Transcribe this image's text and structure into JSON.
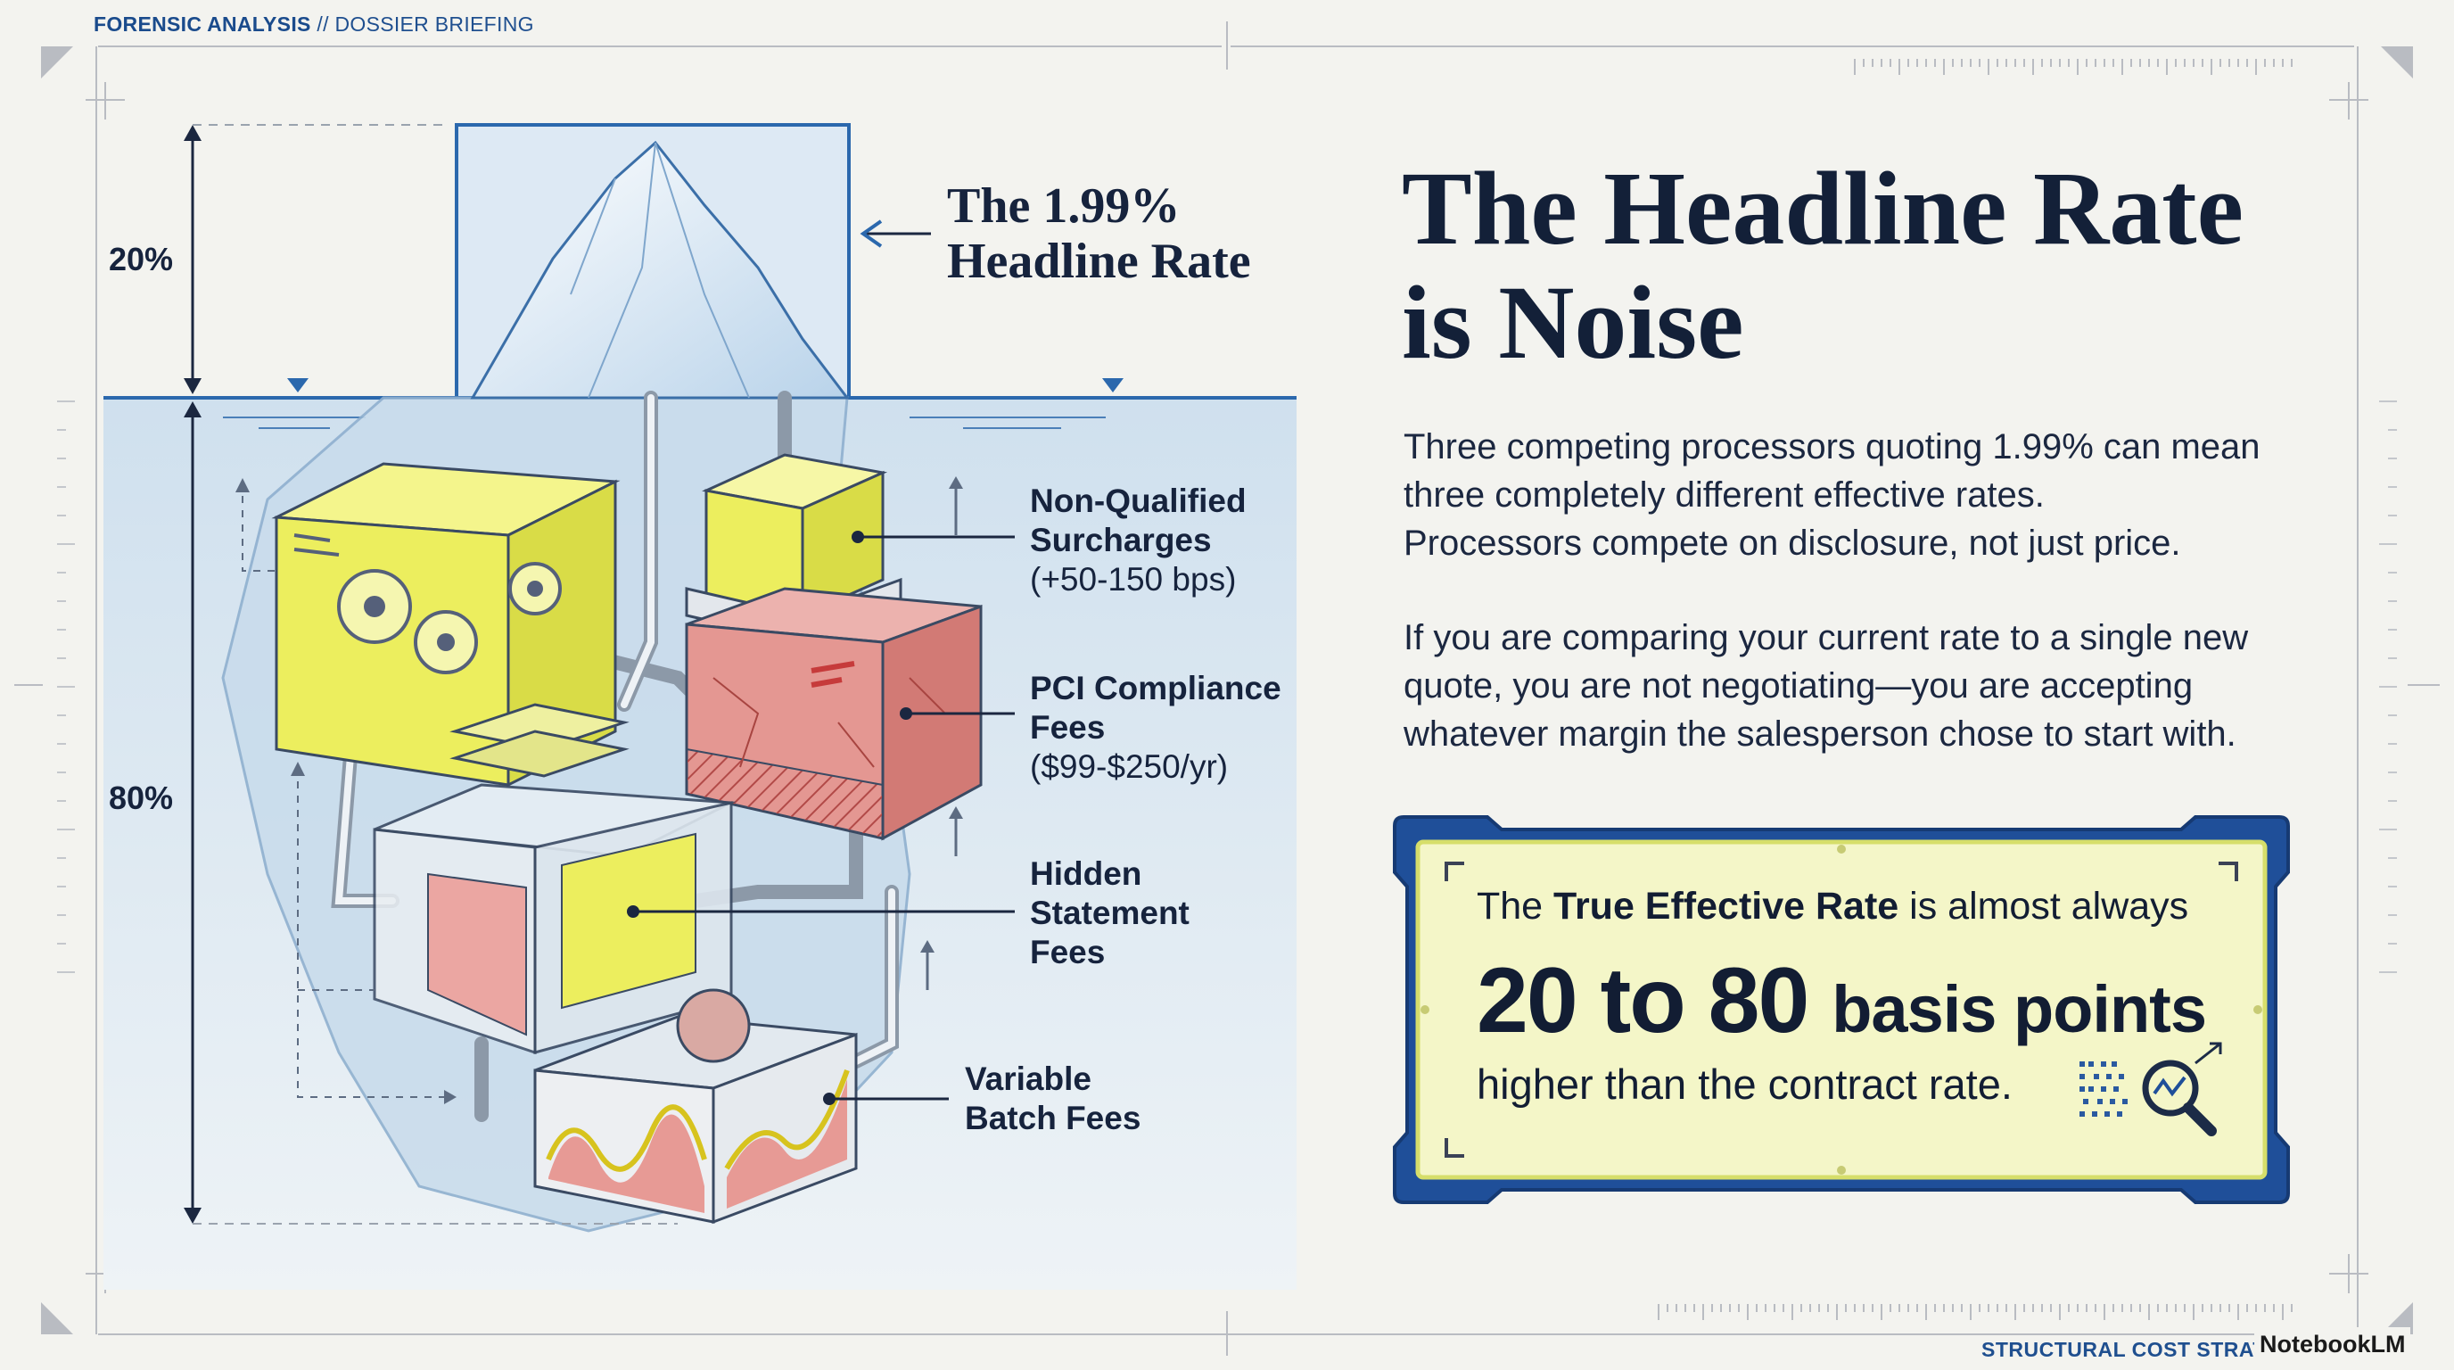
{
  "header": {
    "section": "FORENSIC ANALYSIS",
    "separator": "//",
    "subsection": "DOSSIER BRIEFING"
  },
  "diagram": {
    "above_water_pct": "20%",
    "below_water_pct": "80%",
    "headline_callout": [
      "The 1.99%",
      "Headline Rate"
    ],
    "hidden_fees": [
      {
        "title": [
          "Non-Qualified",
          "Surcharges"
        ],
        "detail": "(+50-150 bps)"
      },
      {
        "title": [
          "PCI Compliance",
          "Fees"
        ],
        "detail": "($99-$250/yr)"
      },
      {
        "title": [
          "Hidden",
          "Statement",
          "Fees"
        ],
        "detail": ""
      },
      {
        "title": [
          "Variable",
          "Batch Fees"
        ],
        "detail": ""
      }
    ]
  },
  "content": {
    "title_line1": "The Headline Rate",
    "title_line2": "is Noise",
    "paragraph1": [
      "Three competing processors quoting 1.99% can mean",
      "three completely different effective rates.",
      "Processors compete on disclosure, not just price."
    ],
    "paragraph2": [
      "If you are comparing your current rate to a single new",
      "quote, you are not negotiating—you are accepting",
      "whatever margin the salesperson chose to start with."
    ],
    "callout": {
      "prefix": "The ",
      "emphasis": "True Effective Rate",
      "suffix": " is almost always",
      "big_value": "20 to 80",
      "big_unit": "basis points",
      "tail": "higher than the contract rate."
    }
  },
  "footer": {
    "label": "STRUCTURAL COST STRAT",
    "brand": "NotebookLM"
  },
  "colors": {
    "navy": "#16233d",
    "accent_blue": "#1f5aa6",
    "water": "#d8e7f2",
    "fee_yellow": "#eef06a",
    "fee_red": "#dd8a86",
    "callout_fill": "#f4f6c8"
  }
}
